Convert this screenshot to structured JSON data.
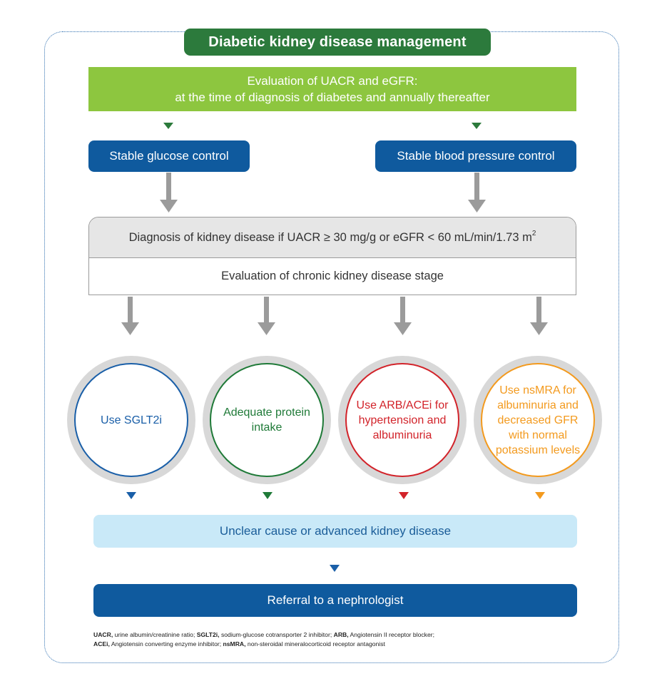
{
  "title": "Diabetic kidney disease management",
  "evaluation": {
    "line1": "Evaluation of UACR and eGFR:",
    "line2": "at the time of diagnosis of diabetes and annually thereafter"
  },
  "glucose": "Stable glucose control",
  "blood_pressure": "Stable blood pressure control",
  "diagnosis": {
    "text": "Diagnosis of kidney disease if UACR ≥ 30 mg/g or eGFR < 60 mL/min/1.73 m",
    "superscript": "2"
  },
  "ckd_stage": "Evaluation of chronic kidney disease stage",
  "treatments": [
    {
      "label": "Use SGLT2i",
      "color": "#1a5fa8"
    },
    {
      "label": "Adequate protein intake",
      "color": "#1f7a38"
    },
    {
      "label": "Use ARB/ACEi for hypertension and albuminuria",
      "color": "#d2232a"
    },
    {
      "label": "Use nsMRA for albuminuria and decreased GFR with normal potassium levels",
      "color": "#f39a1e"
    }
  ],
  "unclear": "Unclear cause or advanced kidney disease",
  "referral": "Referral to a nephrologist",
  "footnotes": [
    {
      "abbr": "UACR,",
      "def": " urine albumin/creatinine ratio; "
    },
    {
      "abbr": "SGLT2i,",
      "def": " sodium-glucose cotransporter 2 inhibitor; "
    },
    {
      "abbr": "ARB,",
      "def": " Angiotensin II receptor blocker; "
    },
    {
      "abbr": "ACEi,",
      "def": " Angiotensin converting enzyme inhibitor; "
    },
    {
      "abbr": "nsMRA,",
      "def": " non-steroidal mineralocorticoid receptor antagonist"
    }
  ],
  "colors": {
    "title_green": "#2c7a3c",
    "eval_green": "#8dc63f",
    "navy": "#0f5a9e",
    "light_blue": "#c9e9f8",
    "arrow_gray": "#9b9b9b"
  }
}
